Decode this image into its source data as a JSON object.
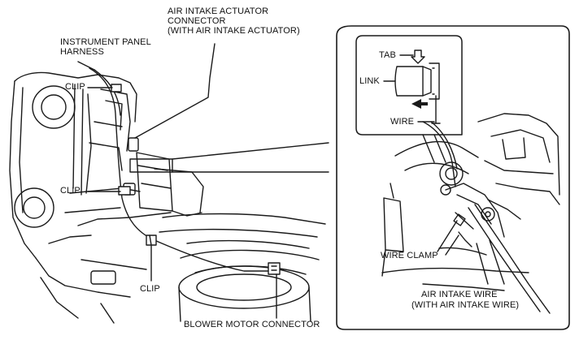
{
  "labels": {
    "actuator_connector_line1": "AIR INTAKE ACTUATOR",
    "actuator_connector_line2": "CONNECTOR",
    "actuator_connector_line3": "(WITH AIR INTAKE ACTUATOR)",
    "instrument_panel_line1": "INSTRUMENT PANEL",
    "instrument_panel_line2": "HARNESS",
    "clip_top": "CLIP",
    "clip_mid": "CLIP",
    "clip_bottom": "CLIP",
    "blower_motor_connector": "BLOWER MOTOR CONNECTOR",
    "tab": "TAB",
    "link": "LINK",
    "wire": "WIRE",
    "wire_clamp": "WIRE CLAMP",
    "air_intake_wire_line1": "AIR INTAKE WIRE",
    "air_intake_wire_line2": "(WITH AIR INTAKE WIRE)"
  },
  "colors": {
    "line": "#1a1a1a",
    "paper": "#ffffff"
  }
}
